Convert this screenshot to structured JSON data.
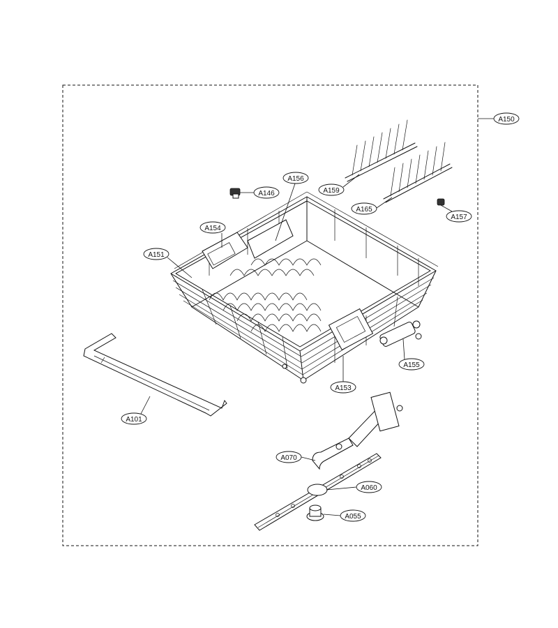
{
  "callouts": [
    {
      "id": "A150",
      "label": "A150"
    },
    {
      "id": "A146",
      "label": "A146"
    },
    {
      "id": "A156",
      "label": "A156"
    },
    {
      "id": "A159",
      "label": "A159"
    },
    {
      "id": "A165",
      "label": "A165"
    },
    {
      "id": "A157",
      "label": "A157"
    },
    {
      "id": "A154",
      "label": "A154"
    },
    {
      "id": "A151",
      "label": "A151"
    },
    {
      "id": "A155",
      "label": "A155"
    },
    {
      "id": "A153",
      "label": "A153"
    },
    {
      "id": "A101",
      "label": "A101"
    },
    {
      "id": "A070",
      "label": "A070"
    },
    {
      "id": "A060",
      "label": "A060"
    },
    {
      "id": "A055",
      "label": "A055"
    }
  ]
}
